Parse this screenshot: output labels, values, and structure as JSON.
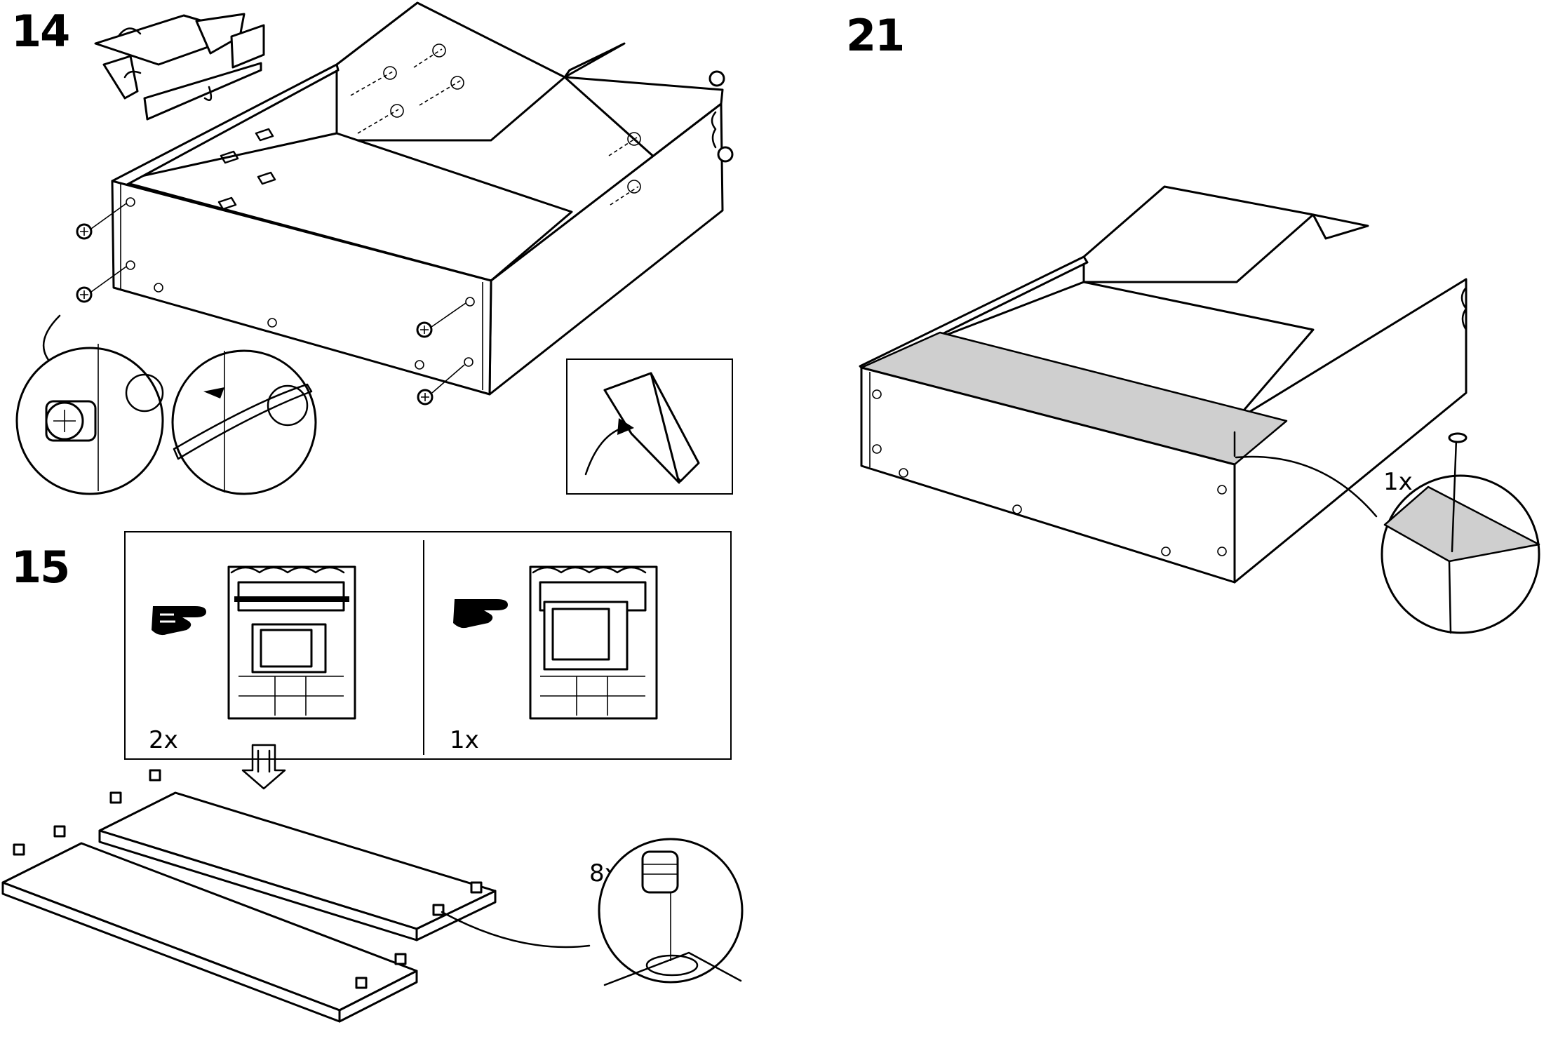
{
  "steps": [
    {
      "number": "14"
    },
    {
      "number": "15",
      "option_a_qty": "2x",
      "option_b_qty": "1x",
      "cam_qty": "8x"
    },
    {
      "number": "21",
      "nail_qty": "1x"
    }
  ],
  "icons": {
    "pointing_hand": "pointing-hand-icon",
    "down_arrow": "double-outline-down-arrow-icon",
    "rotate_arrow": "rotate-arrow-icon"
  }
}
